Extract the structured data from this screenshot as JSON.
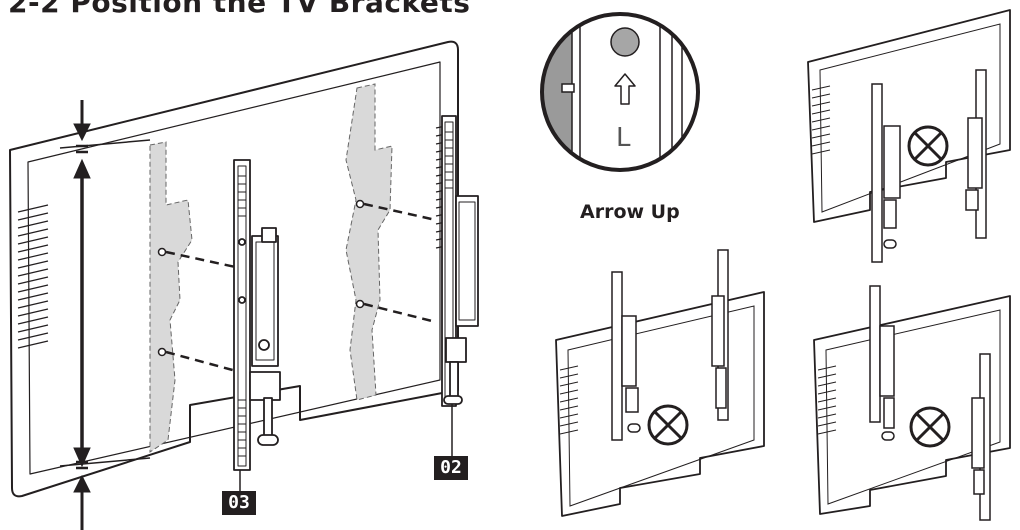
{
  "page": {
    "heading": "2-2 Position the TV Brackets",
    "caption": "Arrow Up",
    "magnifier_letter": "L"
  },
  "parts": [
    {
      "label": "03"
    },
    {
      "label": "02"
    }
  ],
  "colors": {
    "line": "#231f20",
    "overlay": "#d9d9d9",
    "panel": "#ffffff",
    "detail_gray": "#9a9a9a",
    "tag_bg": "#231f20"
  },
  "icons": [
    "arrow-up-icon",
    "incorrect-x-icon",
    "arrow-down-icon"
  ]
}
